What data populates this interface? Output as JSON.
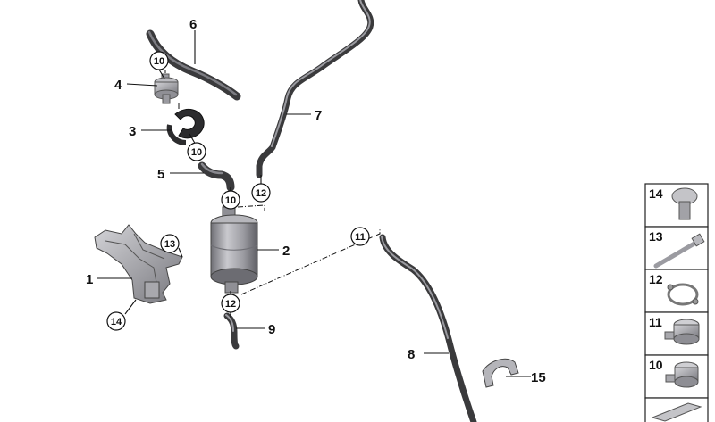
{
  "parts": [
    {
      "no": "1"
    },
    {
      "no": "2"
    },
    {
      "no": "3"
    },
    {
      "no": "4"
    },
    {
      "no": "5"
    },
    {
      "no": "6"
    },
    {
      "no": "7"
    },
    {
      "no": "8"
    },
    {
      "no": "9"
    },
    {
      "no": "15"
    }
  ],
  "callouts": [
    {
      "no": "10"
    },
    {
      "no": "10"
    },
    {
      "no": "10"
    },
    {
      "no": "12"
    },
    {
      "no": "11"
    },
    {
      "no": "12"
    },
    {
      "no": "13"
    },
    {
      "no": "14"
    }
  ],
  "key": [
    {
      "no": "14"
    },
    {
      "no": "13"
    },
    {
      "no": "12"
    },
    {
      "no": "11"
    },
    {
      "no": "10"
    }
  ],
  "colors": {
    "hose": "#3a3a3c",
    "hose_highlight": "#8a8a8e",
    "canister": "#9a9aa0",
    "bracket": "#8e8e94",
    "line": "#111111"
  }
}
